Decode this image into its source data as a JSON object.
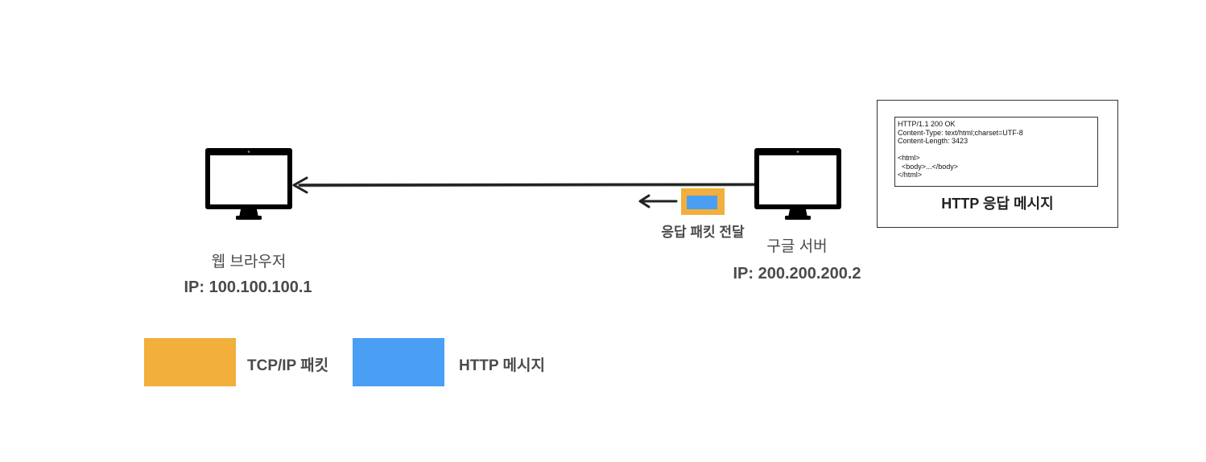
{
  "nodes": {
    "client": {
      "name": "웹 브라우저",
      "ip": "IP: 100.100.100.1"
    },
    "server": {
      "name": "구글 서버",
      "ip": "IP: 200.200.200.2"
    }
  },
  "packet": {
    "label": "응답 패킷 전달",
    "outer_color": "#F2AF3C",
    "inner_color": "#4A9FF5"
  },
  "message": {
    "lines": "HTTP/1.1 200 OK\nContent-Type: text/html;charset=UTF-8\nContent-Length: 3423\n\n<html>\n  <body>...</body>\n</html>",
    "title": "HTTP 응답 메시지"
  },
  "legend": [
    {
      "label": "TCP/IP 패킷",
      "color": "#F2AF3C"
    },
    {
      "label": "HTTP 메시지",
      "color": "#4A9FF5"
    }
  ]
}
